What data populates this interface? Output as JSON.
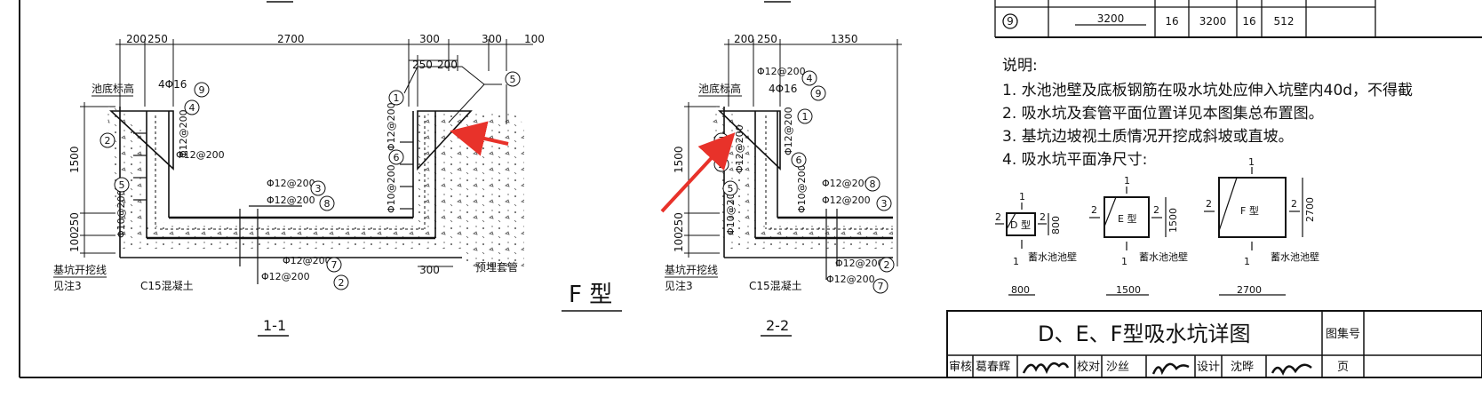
{
  "section_11": {
    "dims_top": [
      "200",
      "250",
      "2700",
      "300",
      "300",
      "100"
    ],
    "dim_inner": [
      "250",
      "200"
    ],
    "dims_left": [
      "1500",
      "250",
      "100"
    ],
    "dim_bottom": "300",
    "labels": {
      "pool_bottom": "池底标高",
      "pit_line": "基坑开挖线",
      "see_note": "见注3",
      "c15": "C15混凝土",
      "pipe": "预埋套管"
    },
    "rebar": {
      "r4phi16": "4Φ16",
      "r12_200_a": "Φ12@200",
      "r12_200_b": "Φ12@200",
      "r10_200": "Φ10@200",
      "r12_200_c": "Φ12@200",
      "r12_200_d": "Φ12@200",
      "r12_200_e": "Φ12@200",
      "r12_200_f": "Φ12@200",
      "r12_200_g": "Φ12@200",
      "r10_200_b": "Φ10@200"
    },
    "tags": [
      "9",
      "4",
      "2",
      "5",
      "3",
      "8",
      "7",
      "2",
      "1",
      "6",
      "5"
    ],
    "caption": "1-1"
  },
  "type_label": "F 型",
  "section_22": {
    "dims_top": [
      "200",
      "250",
      "1350"
    ],
    "dims_left": [
      "1500",
      "250",
      "100"
    ],
    "labels": {
      "pool_bottom": "池底标高",
      "pit_line": "基坑开挖线",
      "see_note": "见注3",
      "c15": "C15混凝土"
    },
    "rebar": {
      "r12_top": "Φ12@200",
      "r4phi16": "4Φ16",
      "r12_v1": "Φ12@200",
      "r10_v": "Φ10@200",
      "r12_v2": "Φ12@200",
      "r10_v2": "Φ10@200",
      "r12_a": "Φ12@200",
      "r12_b": "Φ12@200",
      "r12_c": "Φ12@200",
      "r12_d": "Φ12@200"
    },
    "tags": [
      "4",
      "9",
      "7",
      "2",
      "5",
      "1",
      "6",
      "8",
      "3",
      "2",
      "7"
    ],
    "caption": "2-2"
  },
  "table_row": {
    "no": "9",
    "len": "3200",
    "d": "16",
    "l2": "3200",
    "n": "16",
    "total": "512"
  },
  "notes": {
    "heading": "说明:",
    "items": [
      "1.  水池池壁及底板钢筋在吸水坑处应伸入坑壁内40d，不得截",
      "2.  吸水坑及套管平面位置详见本图集总布置图。",
      "3.  基坑边坡视土质情况开挖成斜坡或直坡。",
      "4.  吸水坑平面净尺寸:"
    ]
  },
  "plans": [
    {
      "label": "D 型",
      "w": "800",
      "h": "800",
      "sec1": "1",
      "sec2": "2",
      "wall": "蓄水池池壁"
    },
    {
      "label": "E 型",
      "w": "1500",
      "h": "1500",
      "sec1": "1",
      "sec2": "2",
      "wall": "蓄水池池壁"
    },
    {
      "label": "F 型",
      "w": "2700",
      "h": "2700",
      "sec1": "1",
      "sec2": "2",
      "wall": "蓄水池池壁"
    }
  ],
  "title_block": {
    "title": "D、E、F型吸水坑详图",
    "atlas_no_label": "图集号",
    "page_label": "页",
    "review": "审核",
    "reviewer": "葛春辉",
    "check": "校对",
    "checker": "沙丝",
    "design": "设计",
    "designer": "沈晔"
  },
  "colors": {
    "ink": "#111111",
    "arrow": "#e8322a"
  }
}
